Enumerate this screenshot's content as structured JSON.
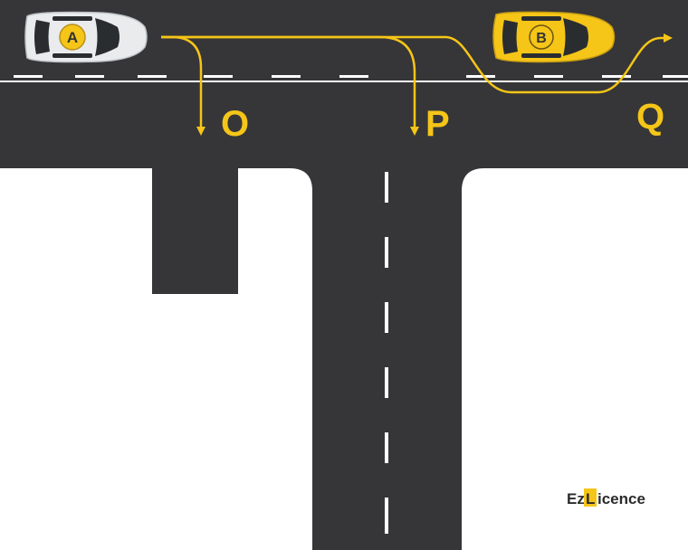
{
  "cars": [
    {
      "id": "A",
      "body_color": "#e9ebec",
      "badge_color": "#f5c518"
    },
    {
      "id": "B",
      "body_color": "#f5c518",
      "badge_color": "#f5c518"
    }
  ],
  "destinations": [
    "O",
    "P",
    "Q"
  ],
  "logo": {
    "prefix": "Ez",
    "mark": "L",
    "suffix": "icence"
  },
  "colors": {
    "road": "#363638",
    "path": "#f5c518",
    "marking": "#ffffff",
    "background": "#ffffff"
  }
}
